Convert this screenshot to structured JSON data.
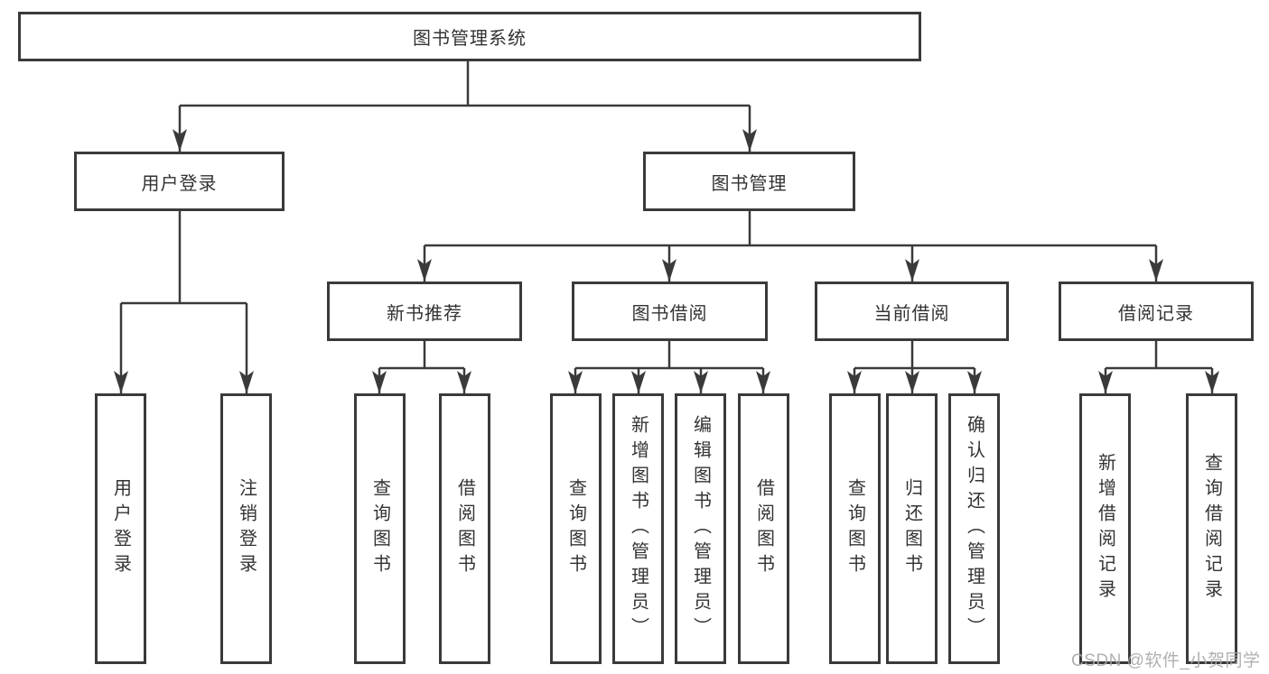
{
  "diagram": {
    "root": "图书管理系统",
    "branches": {
      "user_login": {
        "label": "用户登录",
        "children": [
          "用户登录",
          "注销登录"
        ]
      },
      "book_mgmt": {
        "label": "图书管理",
        "sections": {
          "new_books": {
            "label": "新书推荐",
            "children": [
              "查询图书",
              "借阅图书"
            ]
          },
          "borrowing": {
            "label": "图书借阅",
            "children": [
              "查询图书",
              "新增图书（管理员）",
              "编辑图书（管理员）",
              "借阅图书"
            ]
          },
          "current": {
            "label": "当前借阅",
            "children": [
              "查询图书",
              "归还图书",
              "确认归还（管理员）"
            ]
          },
          "records": {
            "label": "借阅记录",
            "children": [
              "新增借阅记录",
              "查询借阅记录"
            ]
          }
        }
      }
    }
  },
  "watermark": "CSDN @软件_小贺同学",
  "colors": {
    "line": "#3a3a3a",
    "box_border": "#3a3a3a",
    "text": "#333333",
    "watermark": "#a8a8a8",
    "background": "#ffffff"
  }
}
